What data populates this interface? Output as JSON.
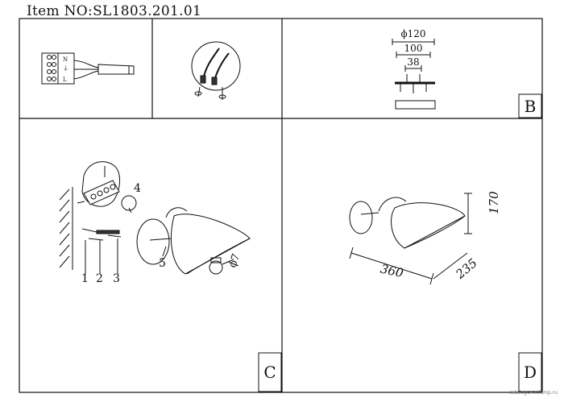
{
  "header": {
    "item_no": "Item NO:SL1803.201.01"
  },
  "panels": {
    "b": {
      "letter": "B",
      "dim_outer": "ϕ120",
      "dim_mid": "100",
      "dim_inner": "38"
    },
    "c": {
      "letter": "C",
      "part_1": "1",
      "part_2": "2",
      "part_3": "3",
      "part_4": "4",
      "part_5": "5",
      "part_6": "ϕ7"
    },
    "d": {
      "letter": "D",
      "dim_length": "360",
      "dim_depth": "235",
      "dim_height": "170"
    }
  },
  "watermark": "catalogue.stlamp.ru"
}
